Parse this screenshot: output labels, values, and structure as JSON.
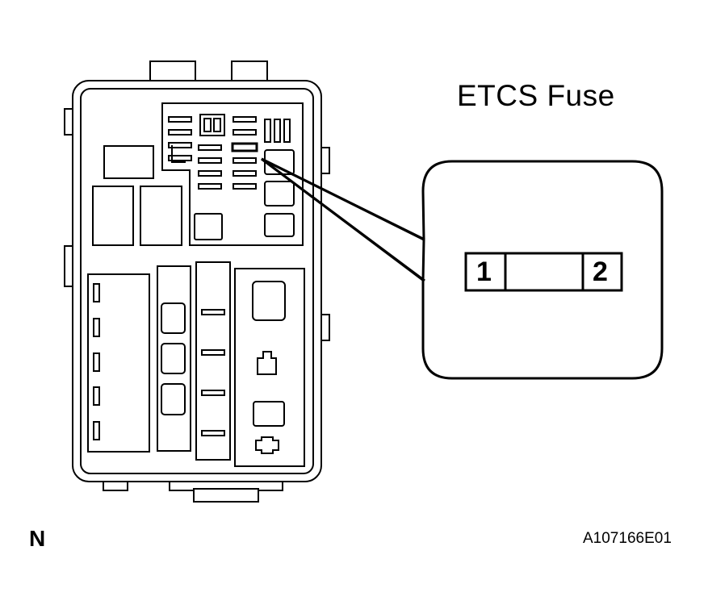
{
  "title": "ETCS Fuse",
  "fuse_pins": [
    "1",
    "2"
  ],
  "corner_mark": "N",
  "figure_code": "A107166E01",
  "colors": {
    "line": "#000000",
    "background": "#ffffff"
  }
}
